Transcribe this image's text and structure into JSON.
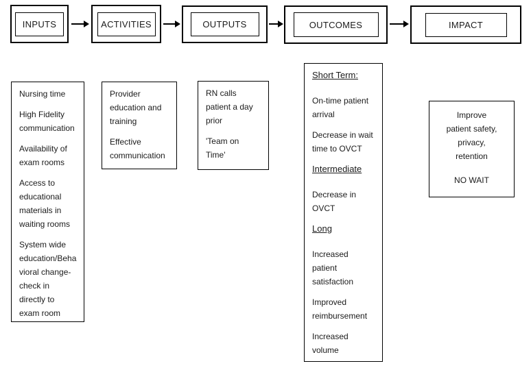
{
  "diagram": {
    "colors": {
      "border": "#000000",
      "text": "#1a1a1a",
      "background": "#ffffff"
    },
    "columns": [
      {
        "id": "inputs",
        "label": "INPUTS",
        "items": [
          {
            "type": "para",
            "lines": [
              "Nursing time"
            ]
          },
          {
            "type": "para",
            "lines": [
              "High Fidelity",
              "communication"
            ]
          },
          {
            "type": "para",
            "lines": [
              "Availability of",
              "exam rooms"
            ]
          },
          {
            "type": "para",
            "lines": [
              "Access to",
              "educational",
              "materials in",
              "waiting rooms"
            ]
          },
          {
            "type": "para",
            "lines": [
              "System wide",
              "education/Beha",
              "vioral change-",
              "check in",
              "directly to",
              "exam room"
            ]
          }
        ]
      },
      {
        "id": "activities",
        "label": "ACTIVITIES",
        "items": [
          {
            "type": "para",
            "lines": [
              "Provider",
              "education and",
              "training"
            ]
          },
          {
            "type": "para",
            "lines": [
              "Effective",
              "communication"
            ]
          }
        ]
      },
      {
        "id": "outputs",
        "label": "OUTPUTS",
        "items": [
          {
            "type": "para",
            "lines": [
              "RN calls",
              "patient a day",
              "prior"
            ]
          },
          {
            "type": "para",
            "lines": [
              "'Team on",
              "Time'"
            ]
          }
        ]
      },
      {
        "id": "outcomes",
        "label": "OUTCOMES",
        "items": [
          {
            "type": "heading",
            "lines": [
              "Short Term:"
            ]
          },
          {
            "type": "para",
            "lines": [
              "On-time patient",
              "arrival"
            ]
          },
          {
            "type": "para",
            "lines": [
              "Decrease in wait",
              "time to OVCT"
            ]
          },
          {
            "type": "heading",
            "lines": [
              "Intermediate"
            ]
          },
          {
            "type": "para",
            "lines": [
              "Decrease in",
              "OVCT"
            ]
          },
          {
            "type": "heading",
            "lines": [
              "Long"
            ]
          },
          {
            "type": "para",
            "lines": [
              "Increased",
              "patient",
              "satisfaction"
            ]
          },
          {
            "type": "para",
            "lines": [
              "Improved",
              "reimbursement"
            ]
          },
          {
            "type": "para",
            "lines": [
              "Increased",
              "volume"
            ]
          }
        ]
      },
      {
        "id": "impact",
        "label": "IMPACT",
        "items": [
          {
            "type": "para",
            "lines": [
              "Improve",
              "patient safety,",
              "privacy,",
              "retention"
            ]
          },
          {
            "type": "para",
            "extra_gap": true,
            "lines": [
              "NO WAIT"
            ]
          }
        ]
      }
    ]
  }
}
